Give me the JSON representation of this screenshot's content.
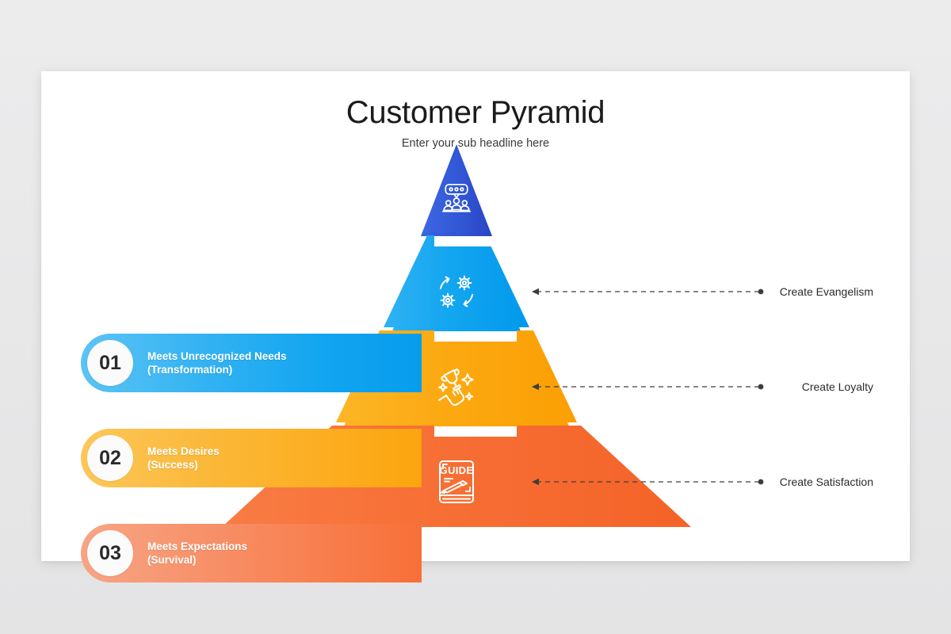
{
  "slide": {
    "title": "Customer Pyramid",
    "subtitle": "Enter your sub headline here",
    "background_color": "#e9e9ea",
    "card_color": "#ffffff"
  },
  "pyramid": {
    "apex": {
      "color": "#3155d4",
      "icon": "audience-speech-bubble-icon"
    },
    "tiers": [
      {
        "number": "01",
        "title": "Meets Unrecognized Needs",
        "subtitle": "(Transformation)",
        "right_label": "Create Evangelism",
        "color": "#12a5f0",
        "color_light": "#5bc4f4",
        "icon": "gears-cycle-icon"
      },
      {
        "number": "02",
        "title": "Meets Desires",
        "subtitle": "(Success)",
        "right_label": "Create Loyalty",
        "color": "#fca50e",
        "color_light": "#fcc75a",
        "icon": "hand-trophy-icon"
      },
      {
        "number": "03",
        "title": "Meets Expectations",
        "subtitle": "(Survival)",
        "right_label": "Create Satisfaction",
        "color": "#f86f38",
        "color_light": "#f7a585",
        "icon": "guide-book-icon",
        "icon_text": "GUIDE"
      }
    ]
  }
}
